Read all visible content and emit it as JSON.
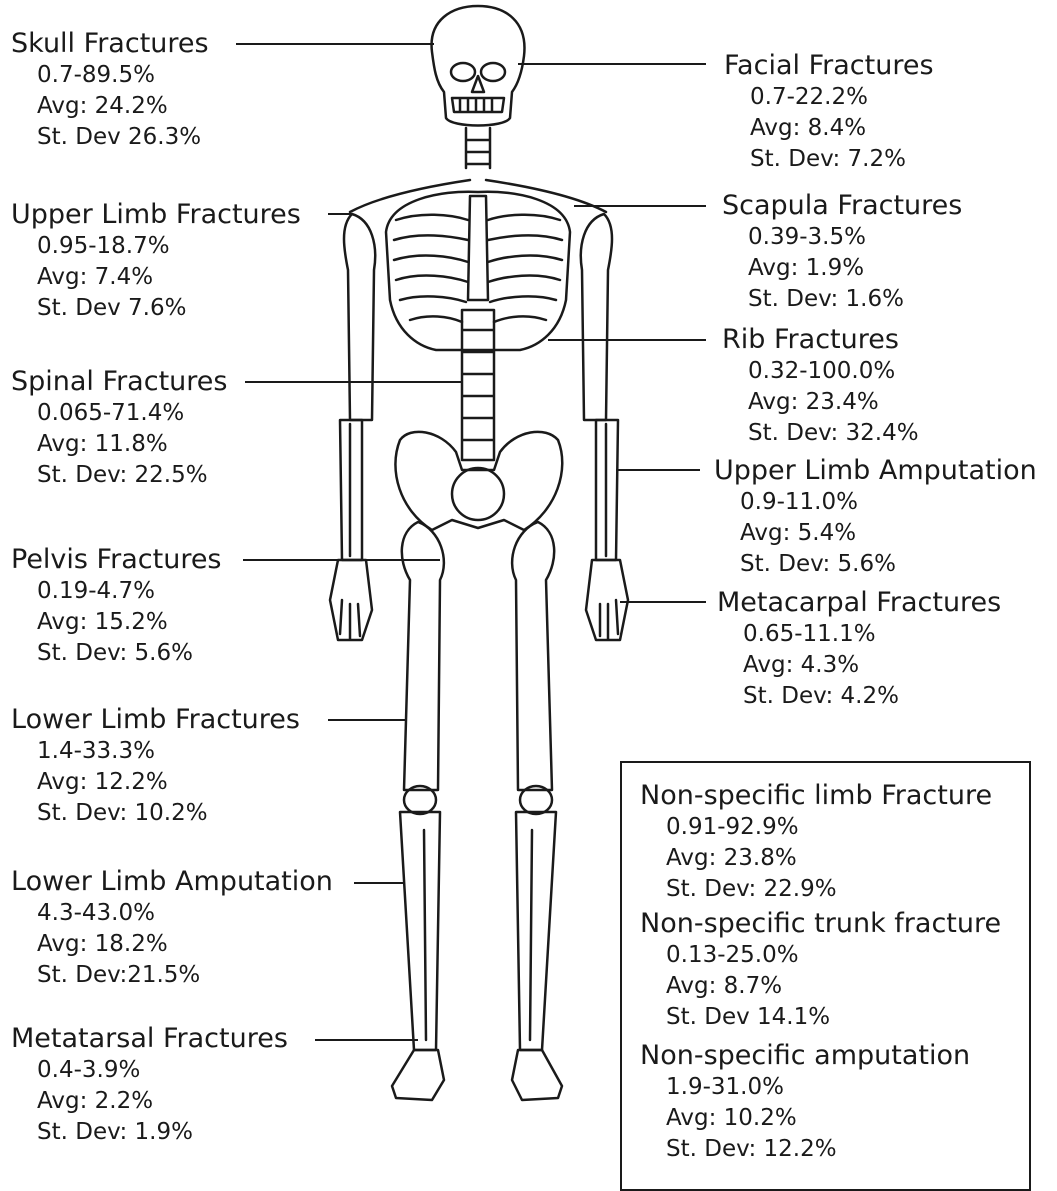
{
  "labels": {
    "skull": {
      "title": "Skull Fractures",
      "range": "0.7-89.5%",
      "avg": "Avg: 24.2%",
      "sd": "St. Dev 26.3%"
    },
    "upper_limb": {
      "title": "Upper Limb Fractures",
      "range": "0.95-18.7%",
      "avg": "Avg: 7.4%",
      "sd": "St. Dev 7.6%"
    },
    "spinal": {
      "title": "Spinal Fractures",
      "range": "0.065-71.4%",
      "avg": "Avg: 11.8%",
      "sd": "St. Dev: 22.5%"
    },
    "pelvis": {
      "title": "Pelvis Fractures",
      "range": "0.19-4.7%",
      "avg": "Avg: 15.2%",
      "sd": "St. Dev: 5.6%"
    },
    "lower_limb": {
      "title": "Lower Limb Fractures",
      "range": "1.4-33.3%",
      "avg": "Avg: 12.2%",
      "sd": "St. Dev: 10.2%"
    },
    "lower_limb_amputation": {
      "title": "Lower Limb Amputation",
      "range": "4.3-43.0%",
      "avg": "Avg: 18.2%",
      "sd": "St. Dev:21.5%"
    },
    "metatarsal": {
      "title": "Metatarsal Fractures",
      "range": "0.4-3.9%",
      "avg": "Avg: 2.2%",
      "sd": "St. Dev: 1.9%"
    },
    "facial": {
      "title": "Facial Fractures",
      "range": "0.7-22.2%",
      "avg": "Avg: 8.4%",
      "sd": "St. Dev: 7.2%"
    },
    "scapula": {
      "title": "Scapula Fractures",
      "range": "0.39-3.5%",
      "avg": "Avg: 1.9%",
      "sd": "St. Dev: 1.6%"
    },
    "rib": {
      "title": "Rib Fractures",
      "range": "0.32-100.0%",
      "avg": "Avg: 23.4%",
      "sd": "St. Dev: 32.4%"
    },
    "upper_limb_amputation": {
      "title": "Upper Limb Amputation",
      "range": "0.9-11.0%",
      "avg": "Avg: 5.4%",
      "sd": "St. Dev: 5.6%"
    },
    "metacarpal": {
      "title": "Metacarpal Fractures",
      "range": "0.65-11.1%",
      "avg": "Avg: 4.3%",
      "sd": "St. Dev: 4.2%"
    }
  },
  "nonspecific": {
    "limb": {
      "title": "Non-specific limb Fracture",
      "range": "0.91-92.9%",
      "avg": "Avg: 23.8%",
      "sd": "St. Dev: 22.9%"
    },
    "trunk": {
      "title": "Non-specific trunk fracture",
      "range": "0.13-25.0%",
      "avg": "Avg: 8.7%",
      "sd": "St. Dev 14.1%"
    },
    "amputation": {
      "title": "Non-specific amputation",
      "range": "1.9-31.0%",
      "avg": "Avg: 10.2%",
      "sd": "St. Dev: 12.2%"
    }
  },
  "colors": {
    "line": "#1a1a1a",
    "background": "#ffffff"
  }
}
